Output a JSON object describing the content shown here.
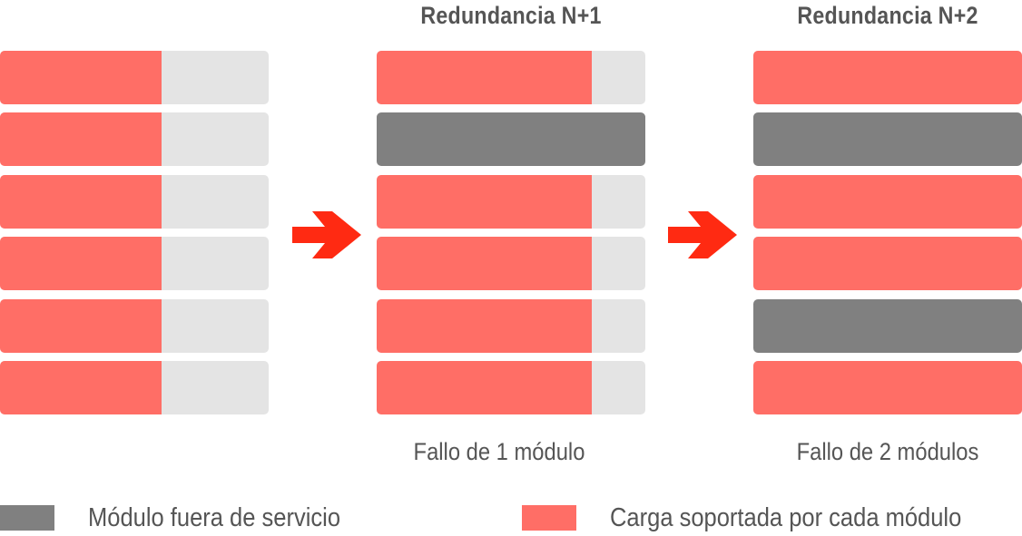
{
  "columns": [
    {
      "title": "",
      "caption": "",
      "modules": [
        {
          "state": "active",
          "load": 0.6
        },
        {
          "state": "active",
          "load": 0.6
        },
        {
          "state": "active",
          "load": 0.6
        },
        {
          "state": "active",
          "load": 0.6
        },
        {
          "state": "active",
          "load": 0.6
        },
        {
          "state": "active",
          "load": 0.6
        }
      ]
    },
    {
      "title": "Redundancia N+1",
      "caption": "Fallo de 1 módulo",
      "modules": [
        {
          "state": "active",
          "load": 0.8
        },
        {
          "state": "failed",
          "load": 0
        },
        {
          "state": "active",
          "load": 0.8
        },
        {
          "state": "active",
          "load": 0.8
        },
        {
          "state": "active",
          "load": 0.8
        },
        {
          "state": "active",
          "load": 0.8
        }
      ]
    },
    {
      "title": "Redundancia N+2",
      "caption": "Fallo de 2 módulos",
      "modules": [
        {
          "state": "active",
          "load": 1.0
        },
        {
          "state": "failed",
          "load": 0
        },
        {
          "state": "active",
          "load": 1.0
        },
        {
          "state": "active",
          "load": 1.0
        },
        {
          "state": "failed",
          "load": 0
        },
        {
          "state": "active",
          "load": 1.0
        }
      ]
    }
  ],
  "legend": {
    "failed_label": "Módulo fuera de servicio",
    "load_label": "Carga soportada por cada módulo"
  },
  "colors": {
    "load": "#ff6e66",
    "capacity": "#e4e4e4",
    "failed": "#808080",
    "arrow": "#ff2a12",
    "text": "#555555"
  },
  "icons": {
    "transition": "right-arrow-icon"
  }
}
